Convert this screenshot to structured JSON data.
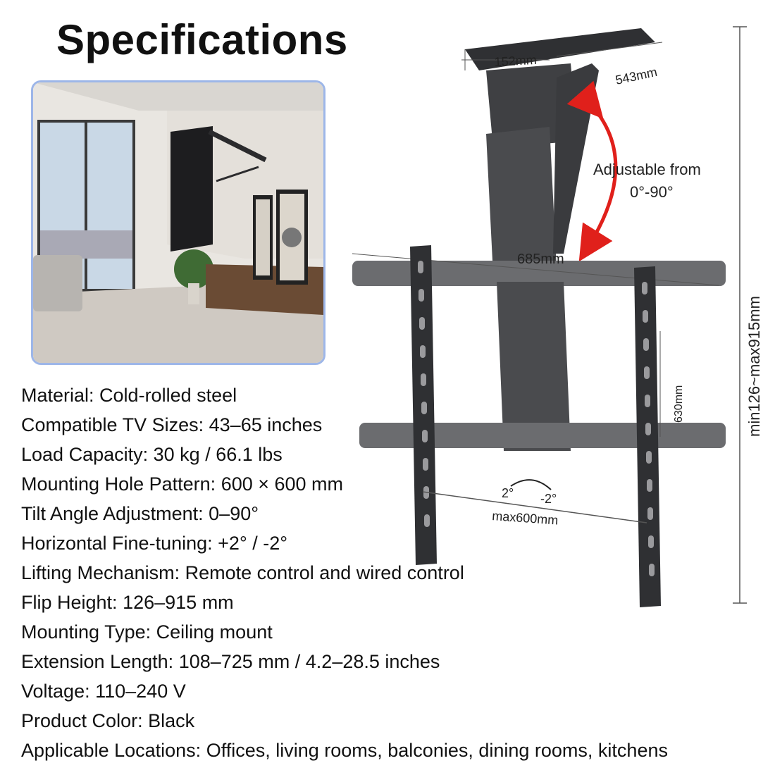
{
  "title": "Specifications",
  "specs": [
    {
      "label": "Material:",
      "value": "Cold-rolled steel"
    },
    {
      "label": "Compatible TV Sizes:",
      "value": "43–65 inches"
    },
    {
      "label": "Load Capacity:",
      "value": "30 kg / 66.1 lbs"
    },
    {
      "label": "Mounting Hole Pattern:",
      "value": "600 × 600 mm"
    },
    {
      "label": "Tilt Angle Adjustment:",
      "value": "0–90°"
    },
    {
      "label": "Horizontal Fine-tuning:",
      "value": "+2° / -2°"
    },
    {
      "label": "Lifting Mechanism:",
      "value": "Remote control and wired control"
    },
    {
      "label": "Flip Height:",
      "value": "126–915 mm"
    },
    {
      "label": "Mounting Type:",
      "value": "Ceiling mount"
    },
    {
      "label": "Extension Length:",
      "value": "108–725 mm / 4.2–28.5 inches"
    },
    {
      "label": "Voltage:",
      "value": "110–240 V"
    },
    {
      "label": "Product Color:",
      "value": "Black"
    },
    {
      "label": "Applicable Locations:",
      "value": "Offices, living rooms, balconies, dining rooms, kitchens"
    }
  ],
  "diagram": {
    "dim_152": "152mm",
    "dim_543": "543mm",
    "adjust_line1": "Adjustable from",
    "adjust_line2": "0°-90°",
    "dim_685": "685mm",
    "dim_630": "630mm",
    "dim_height": "min126~max915mm",
    "tilt_left": "2°",
    "tilt_right": "-2°",
    "dim_600": "max600mm"
  },
  "colors": {
    "arrow": "#e0201b",
    "photo_border": "#9db6e8",
    "steel": "#3f4043"
  }
}
